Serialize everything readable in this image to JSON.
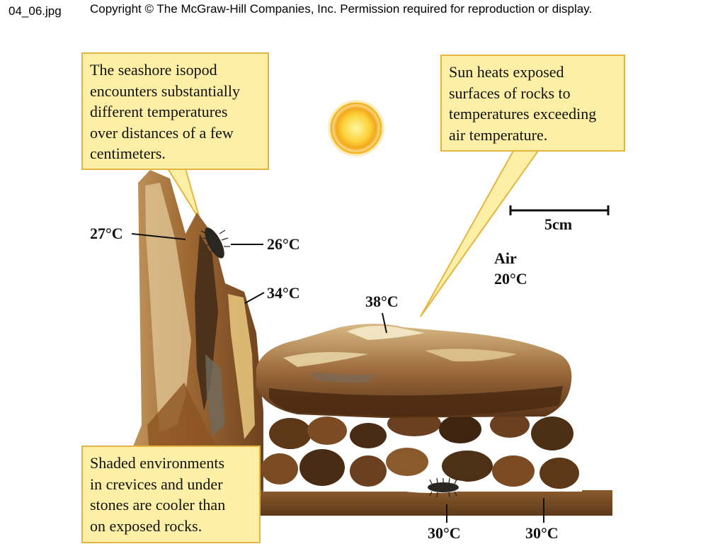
{
  "header": {
    "file_name": "04_06.jpg",
    "copyright": "Copyright © The McGraw-Hill Companies, Inc. Permission required for reproduction or display."
  },
  "callouts": {
    "isopod": [
      "The seashore isopod",
      "encounters substantially",
      "different temperatures",
      "over distances of a few",
      "centimeters."
    ],
    "sun": [
      "Sun heats exposed",
      "surfaces of rocks to",
      "temperatures exceeding",
      "air temperature."
    ],
    "shade": [
      "Shaded environments",
      "in crevices and under",
      "stones are cooler than",
      "on exposed rocks."
    ]
  },
  "labels": {
    "temp_27": "27°C",
    "temp_26": "26°C",
    "temp_34": "34°C",
    "temp_38": "38°C",
    "air_label": "Air",
    "air_temp": "20°C",
    "temp_30_left": "30°C",
    "temp_30_right": "30°C",
    "scale": "5cm"
  },
  "colors": {
    "callout_fill": "#fdf0a6",
    "callout_border": "#e6b440",
    "sun": "#f9c21c"
  }
}
